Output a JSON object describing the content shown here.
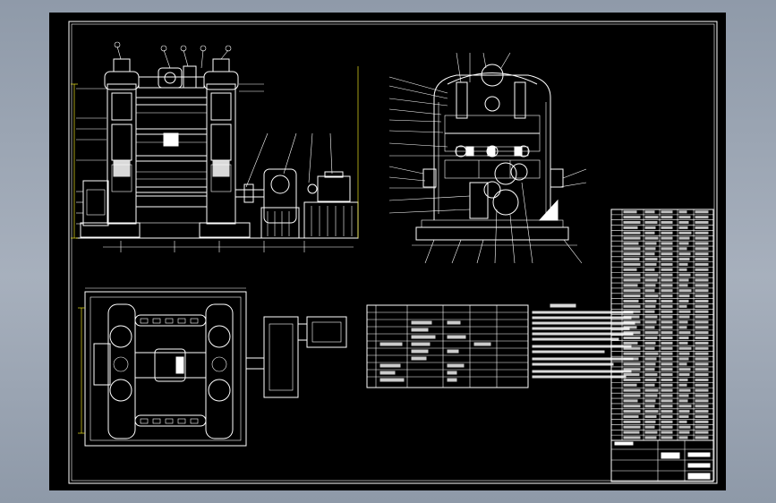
{
  "drawing": {
    "background": "#000000",
    "line_color": "#ffffff",
    "viewport_bg": "#98a3b2",
    "dimension_color": "#e8e020"
  },
  "views": {
    "front_view": "front-elevation",
    "side_view": "side-elevation",
    "plan_view": "plan-view"
  },
  "technical_table": {
    "rows": 9
  },
  "parts_list": {
    "rows": 44
  }
}
